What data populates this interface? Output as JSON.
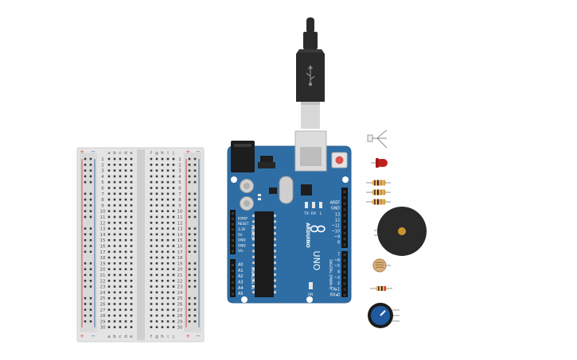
{
  "colors": {
    "board": "#2f6ea5",
    "board_dark": "#1f4f7a",
    "breadboard": "#e2e2e2",
    "breadboard_mid": "#cfcfcf",
    "rail_red": "#d24b4b",
    "rail_blue": "#4a6fb5",
    "cable": "#2b2b2b",
    "usb_metal": "#d8d8d8",
    "led_red": "#c0201c",
    "buzzer": "#2a2a2a",
    "pot_blue": "#1f5aa0"
  },
  "breadboard": {
    "plus_top": "+",
    "minus_top": "−",
    "plus_right": "+",
    "minus_right": "−",
    "cols_left": [
      "a",
      "b",
      "c",
      "d",
      "e"
    ],
    "cols_right": [
      "f",
      "g",
      "h",
      "i",
      "j"
    ],
    "row_numbers": [
      "1",
      "2",
      "3",
      "4",
      "5",
      "6",
      "7",
      "8",
      "9",
      "10",
      "11",
      "12",
      "13",
      "14",
      "15",
      "16",
      "17",
      "18",
      "19",
      "20",
      "21",
      "22",
      "23",
      "24",
      "25",
      "26",
      "27",
      "28",
      "29",
      "30"
    ]
  },
  "arduino": {
    "brand": "ARDUINO",
    "model": "UNO",
    "power_header_labels": [
      "IOREF",
      "RESET",
      "3.3V",
      "5V",
      "GND",
      "GND",
      "Vin"
    ],
    "power_title": "POWER",
    "analog_labels": [
      "A0",
      "A1",
      "A2",
      "A3",
      "A4",
      "A5"
    ],
    "analog_title": "ANALOG IN",
    "digital_top_labels": [
      "AREF",
      "GND",
      "13",
      "12",
      "~11",
      "~10",
      "~9",
      "8"
    ],
    "digital_bottom_labels": [
      "7",
      "~6",
      "~5",
      "4",
      "~3",
      "2",
      "TX▸1",
      "RX◂0"
    ],
    "digital_title": "DIGITAL (PWM~)",
    "tx_label": "TX",
    "rx_label": "RX",
    "l_label": "L",
    "on_label": "ON"
  },
  "components": [
    {
      "name": "ir-receiver"
    },
    {
      "name": "led-red"
    },
    {
      "name": "resistor-1"
    },
    {
      "name": "resistor-2"
    },
    {
      "name": "resistor-3"
    },
    {
      "name": "piezo-buzzer"
    },
    {
      "name": "photoresistor"
    },
    {
      "name": "resistor-small"
    },
    {
      "name": "potentiometer"
    }
  ]
}
